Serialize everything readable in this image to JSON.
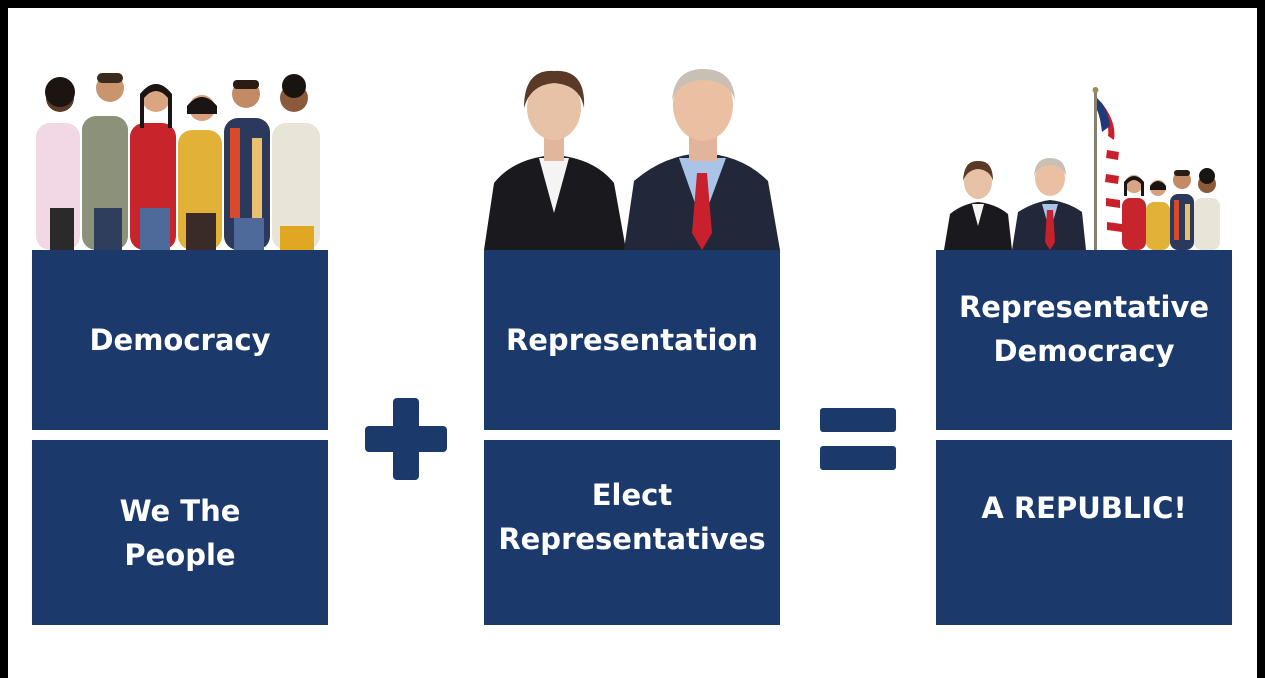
{
  "columns": [
    {
      "top_label": "Democracy",
      "bottom_label": "We The\nPeople",
      "photo_icon": "group-of-diverse-people-photo"
    },
    {
      "top_label": "Representation",
      "bottom_label": "Elect\nRepresentatives",
      "photo_icon": "two-business-representatives-photo"
    },
    {
      "top_label": "Representative\nDemocracy",
      "bottom_label": "A REPUBLIC!",
      "photo_icon": "representatives-with-people-and-us-flag-photo"
    }
  ],
  "operators": {
    "plus_icon": "plus-icon",
    "equals_icon": "equals-icon"
  },
  "colors": {
    "box": "#1b3a6b",
    "operator": "#1b3a6b",
    "text": "#ffffff",
    "border": "#000000"
  }
}
